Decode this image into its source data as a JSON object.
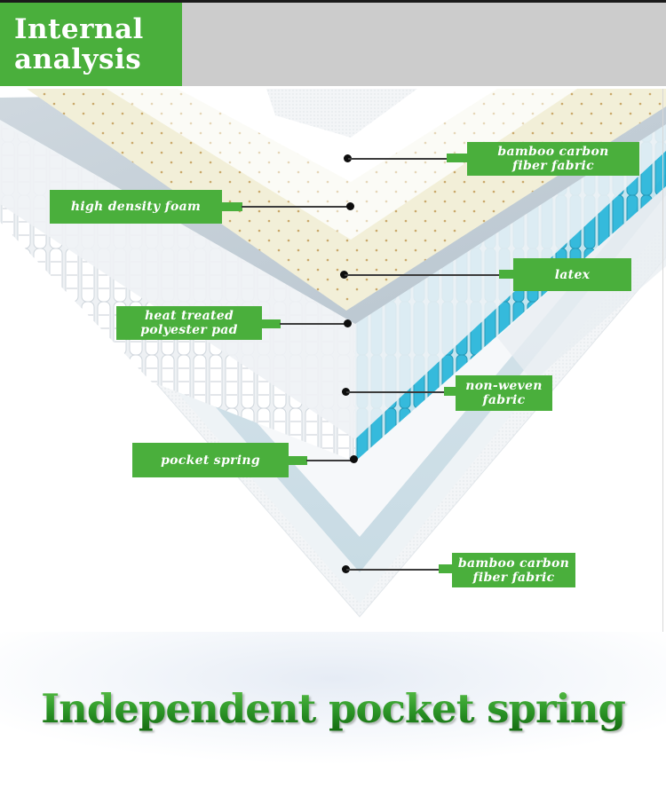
{
  "header": {
    "title_line1": "Internal",
    "title_line2": "analysis",
    "accent_color": "#4aaf3c",
    "bar_color": "#cccccc"
  },
  "layers": [
    {
      "id": "top-fabric",
      "label_line1": "bamboo carbon",
      "label_line2": "fiber fabric"
    },
    {
      "id": "foam",
      "label_line1": "high density foam",
      "label_line2": ""
    },
    {
      "id": "latex",
      "label_line1": "latex",
      "label_line2": ""
    },
    {
      "id": "pad",
      "label_line1": "heat treated",
      "label_line2": "polyester pad"
    },
    {
      "id": "nonwoven",
      "label_line1": "non-weven",
      "label_line2": "fabric"
    },
    {
      "id": "spring",
      "label_line1": "pocket spring",
      "label_line2": ""
    },
    {
      "id": "bottom-fabric",
      "label_line1": "bamboo carbon",
      "label_line2": "fiber fabric"
    }
  ],
  "footer": {
    "title": "Independent pocket spring",
    "title_color": "#2f9a2a"
  },
  "illustration": {
    "spring_accent_color": "#1fb3d9",
    "latex_color": "#f2efd8"
  }
}
